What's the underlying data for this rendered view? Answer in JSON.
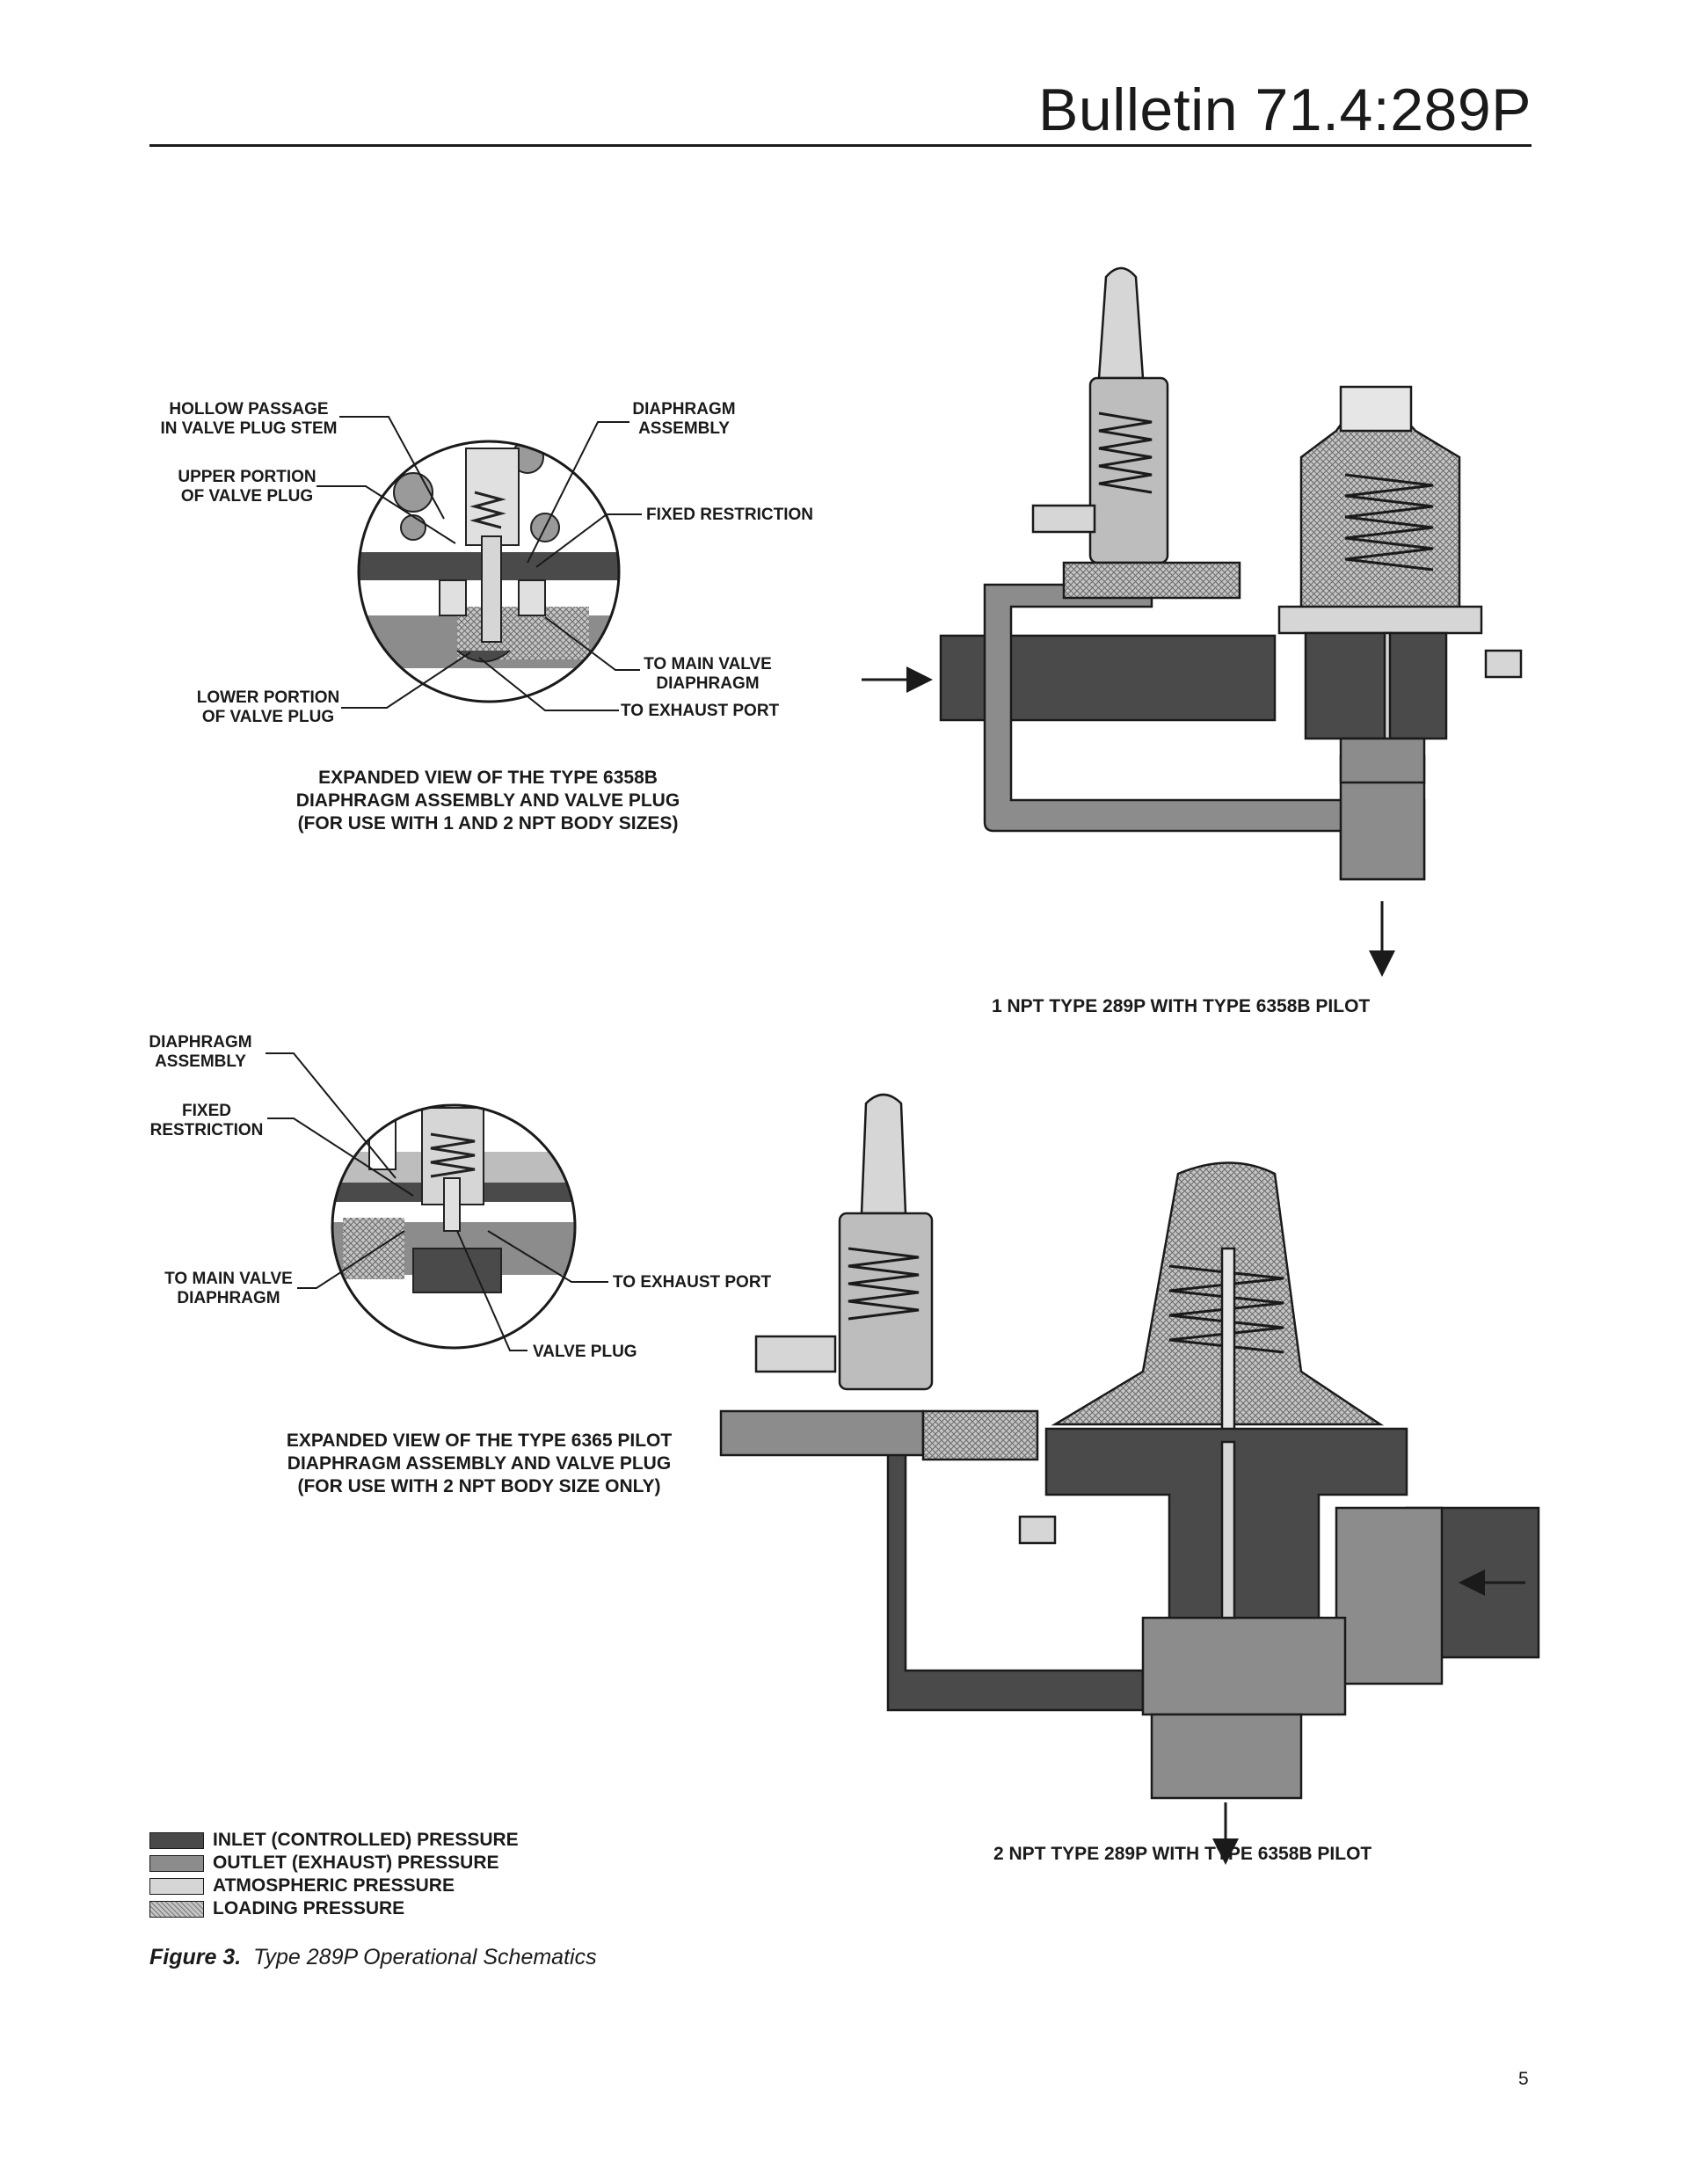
{
  "header": {
    "bulletin": "Bulletin 71.4:289P"
  },
  "top_detail": {
    "labels": {
      "hollow_passage": "HOLLOW PASSAGE\nIN VALVE PLUG STEM",
      "upper_portion": "UPPER PORTION\nOF VALVE PLUG",
      "diaphragm_assembly": "DIAPHRAGM\nASSEMBLY",
      "fixed_restriction": "FIXED RESTRICTION",
      "to_main_valve": "TO MAIN VALVE\nDIAPHRAGM",
      "lower_portion": "LOWER PORTION\nOF VALVE PLUG",
      "to_exhaust": "TO EXHAUST PORT"
    },
    "caption": "EXPANDED VIEW OF THE TYPE 6358B\nDIAPHRAGM ASSEMBLY AND VALVE PLUG\n(FOR USE WITH 1 AND 2 NPT BODY SIZES)"
  },
  "top_assembly": {
    "title": "1 NPT TYPE 289P WITH TYPE 6358B PILOT"
  },
  "bottom_detail": {
    "labels": {
      "diaphragm_assembly": "DIAPHRAGM\nASSEMBLY",
      "fixed_restriction": "FIXED\nRESTRICTION",
      "to_main_valve": "TO MAIN VALVE\nDIAPHRAGM",
      "to_exhaust": "TO EXHAUST PORT",
      "valve_plug": "VALVE PLUG"
    },
    "caption": "EXPANDED VIEW OF THE TYPE 6365 PILOT\nDIAPHRAGM ASSEMBLY AND VALVE PLUG\n(FOR USE WITH 2 NPT BODY SIZE ONLY)"
  },
  "bottom_assembly": {
    "title": "2 NPT TYPE 289P WITH TYPE 6358B PILOT"
  },
  "legend": [
    {
      "label": "INLET (CONTROLLED) PRESSURE",
      "color": "#4a4a4a",
      "pattern": "solid"
    },
    {
      "label": "OUTLET (EXHAUST) PRESSURE",
      "color": "#8c8c8c",
      "pattern": "solid"
    },
    {
      "label": "ATMOSPHERIC PRESSURE",
      "color": "#d6d6d6",
      "pattern": "solid"
    },
    {
      "label": "LOADING PRESSURE",
      "color": "#bdbdbd",
      "pattern": "crosshatch"
    }
  ],
  "figure": {
    "number": "Figure 3.",
    "caption": "Type 289P Operational Schematics"
  },
  "page_number": "5"
}
